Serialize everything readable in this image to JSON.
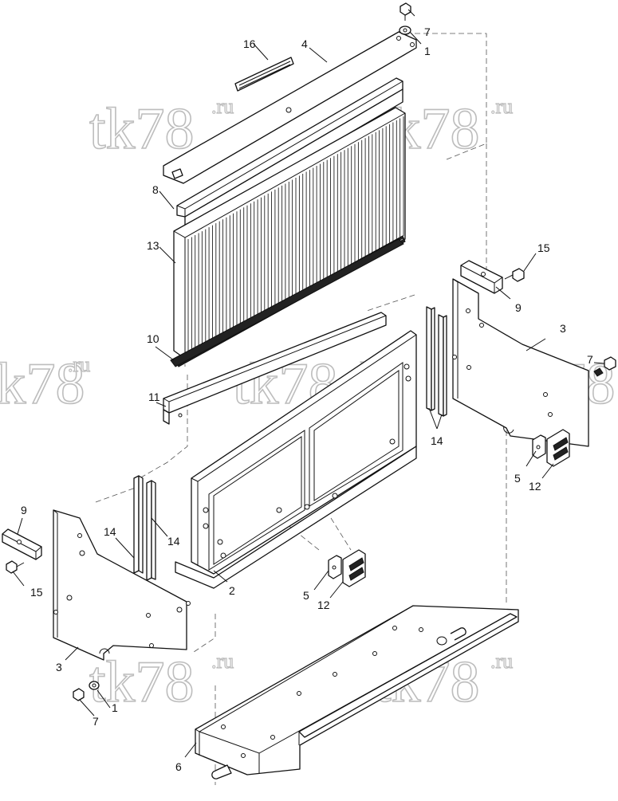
{
  "watermark": {
    "main": "tk78",
    "suffix": ".ru"
  },
  "callouts": [
    {
      "id": "c16",
      "text": "16"
    },
    {
      "id": "c4",
      "text": "4"
    },
    {
      "id": "c7a",
      "text": "7"
    },
    {
      "id": "c1a",
      "text": "1"
    },
    {
      "id": "c8",
      "text": "8"
    },
    {
      "id": "c13",
      "text": "13"
    },
    {
      "id": "c15a",
      "text": "15"
    },
    {
      "id": "c9a",
      "text": "9"
    },
    {
      "id": "c3a",
      "text": "3"
    },
    {
      "id": "c7b",
      "text": "7"
    },
    {
      "id": "c10",
      "text": "10"
    },
    {
      "id": "c11",
      "text": "11"
    },
    {
      "id": "c14a",
      "text": "14"
    },
    {
      "id": "c5a",
      "text": "5"
    },
    {
      "id": "c12a",
      "text": "12"
    },
    {
      "id": "c9b",
      "text": "9"
    },
    {
      "id": "c14b",
      "text": "14"
    },
    {
      "id": "c14c",
      "text": "14"
    },
    {
      "id": "c15b",
      "text": "15"
    },
    {
      "id": "c2",
      "text": "2"
    },
    {
      "id": "c5b",
      "text": "5"
    },
    {
      "id": "c12b",
      "text": "12"
    },
    {
      "id": "c3b",
      "text": "3"
    },
    {
      "id": "c1b",
      "text": "1"
    },
    {
      "id": "c7c",
      "text": "7"
    },
    {
      "id": "c6",
      "text": "6"
    }
  ]
}
